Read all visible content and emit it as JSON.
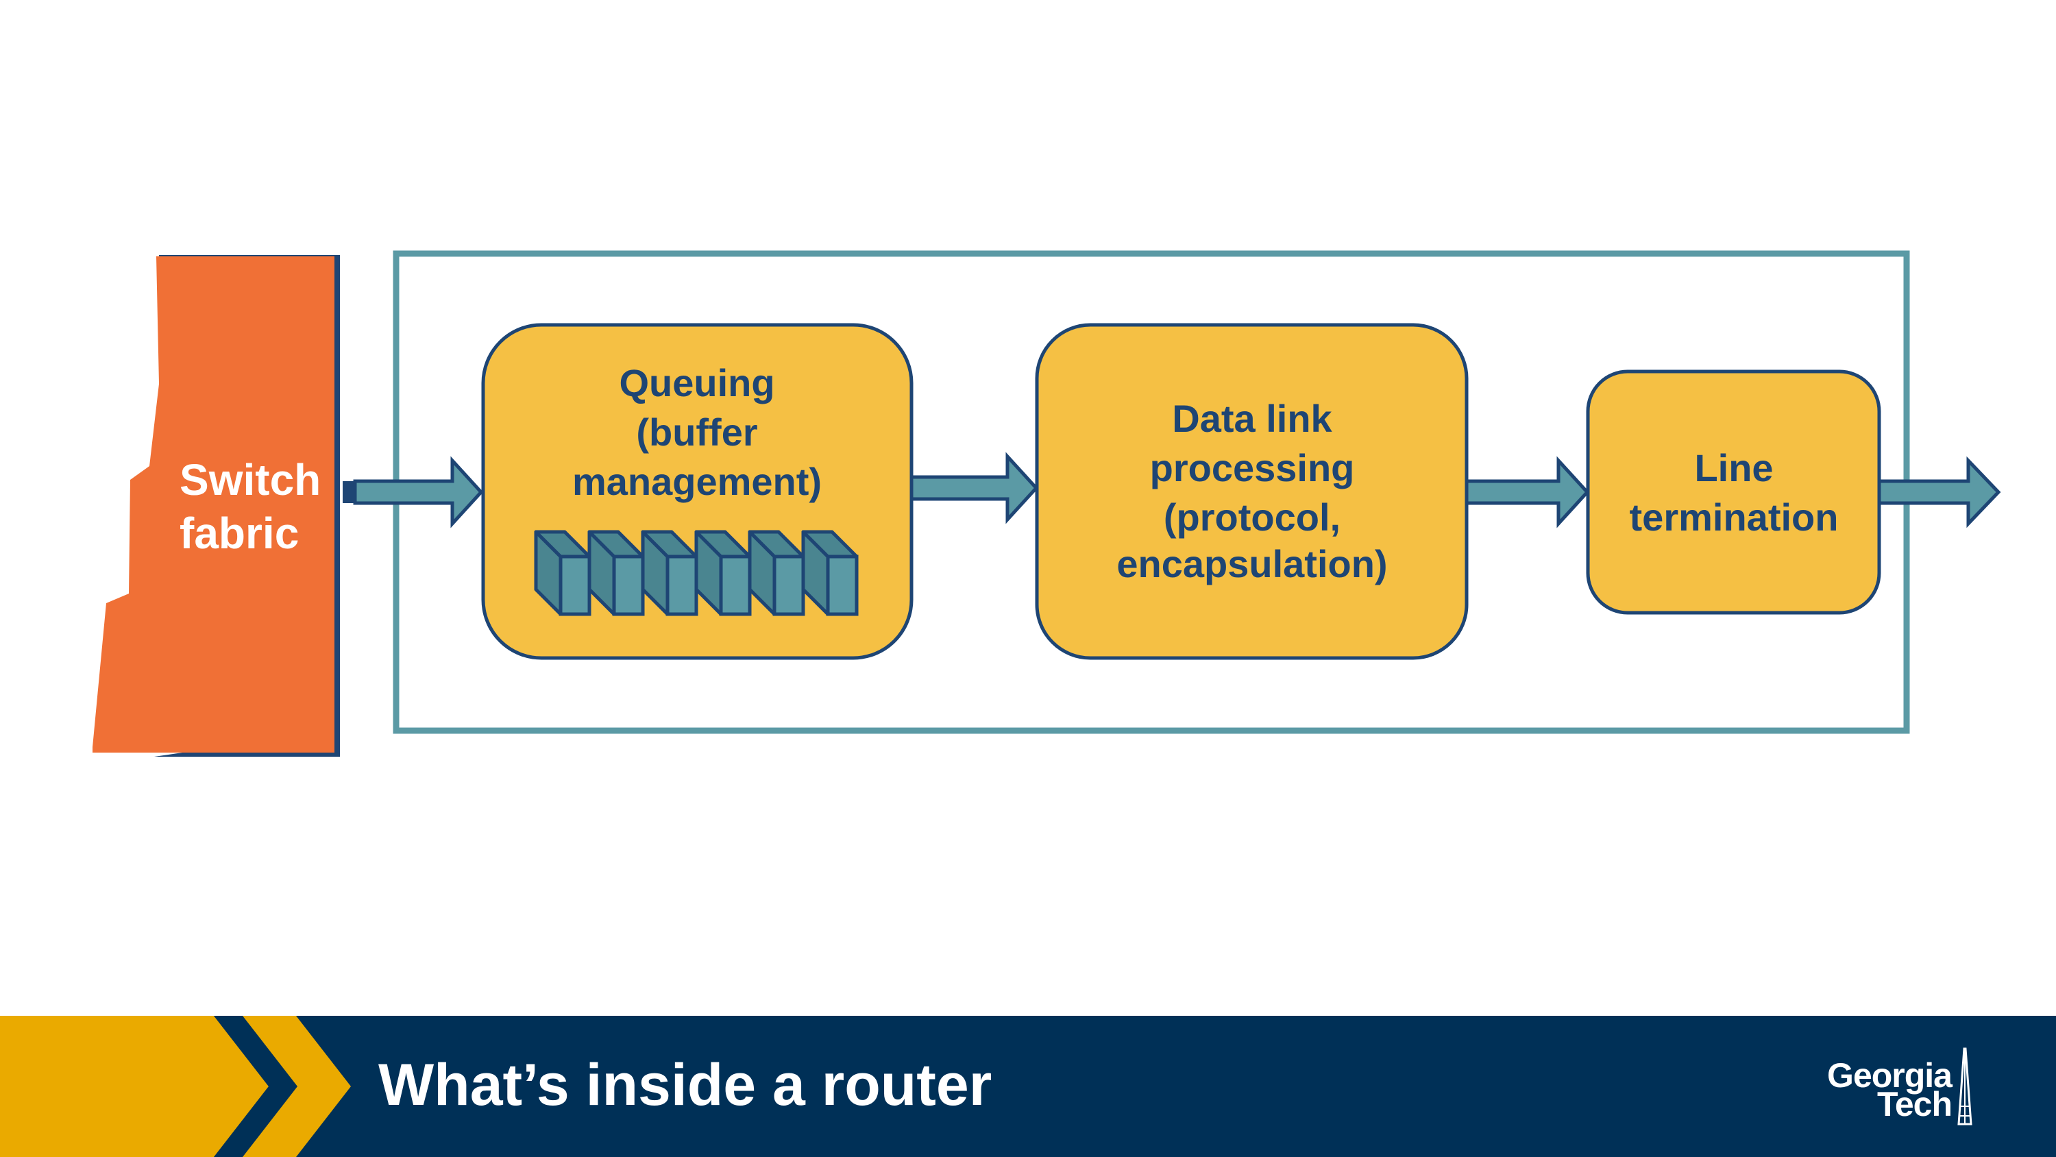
{
  "slide": {
    "title": "What’s inside a router"
  },
  "logo": {
    "line1": "Georgia",
    "line2": "Tech"
  },
  "diagram": {
    "switch_fabric": {
      "line1": "Switch",
      "line2": "fabric"
    },
    "queuing": {
      "line1": "Queuing",
      "line2": "(buffer",
      "line3": "management)",
      "buffer_count": 6
    },
    "data_link": {
      "line1": "Data link",
      "line2": "processing",
      "line3": "(protocol,",
      "line4": "encapsulation)"
    },
    "line_termination": {
      "line1": "Line",
      "line2": "termination"
    }
  },
  "colors": {
    "orange": "#F07036",
    "gold": "#F5C044",
    "navy": "#1E4574",
    "teal": "#5B9AA5",
    "teal_dark": "#4A8590",
    "banner_navy": "#003057",
    "banner_gold": "#EAAA00",
    "white": "#FFFFFF"
  }
}
